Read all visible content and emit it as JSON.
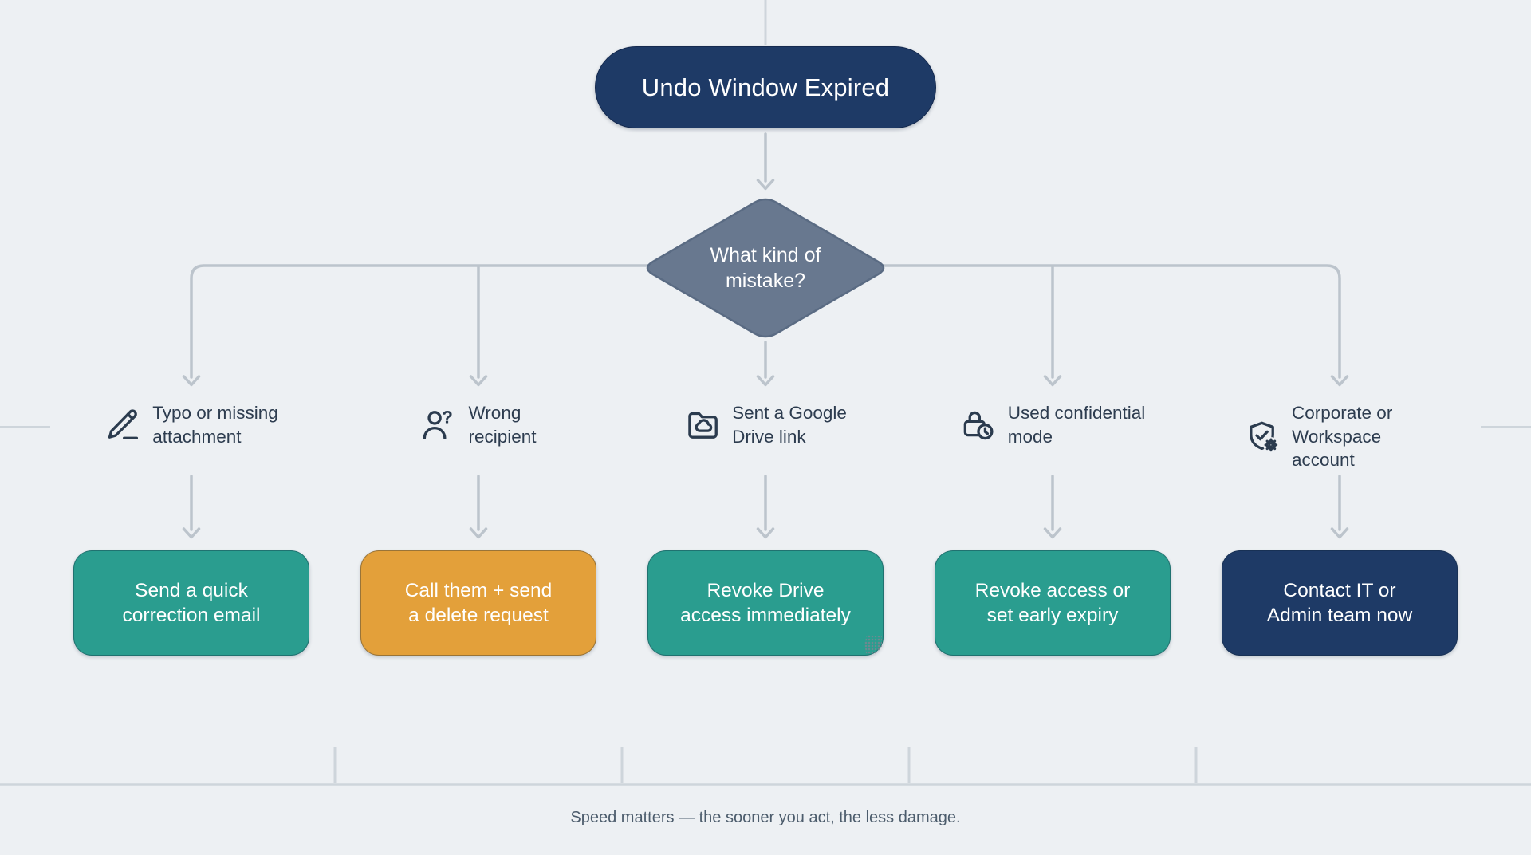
{
  "canvas": {
    "background": "#edf0f3",
    "connector_color": "#bcc4cc",
    "grid_color": "#ced5db"
  },
  "root": {
    "label": "Undo Window Expired",
    "color": "#1e3a66"
  },
  "decision": {
    "label": "What kind of\nmistake?",
    "color": "#68788f",
    "border_color": "#5a6b83"
  },
  "branches": [
    {
      "icon": "pencil-line-icon",
      "label": "Typo or missing\nattachment",
      "action": "Send a quick\ncorrection email",
      "action_color": "#2a9d8f"
    },
    {
      "icon": "person-question-icon",
      "label": "Wrong\nrecipient",
      "action": "Call them + send\na delete request",
      "action_color": "#e3a03a"
    },
    {
      "icon": "folder-cloud-icon",
      "label": "Sent a Google\nDrive link",
      "action": "Revoke Drive\naccess immediately",
      "action_color": "#2a9d8f"
    },
    {
      "icon": "lock-clock-icon",
      "label": "Used confidential\nmode",
      "action": "Revoke access or\nset early expiry",
      "action_color": "#2a9d8f"
    },
    {
      "icon": "shield-check-gear-icon",
      "label": "Corporate or\nWorkspace account",
      "action": "Contact IT or\nAdmin team now",
      "action_color": "#1e3a66"
    }
  ],
  "footer": {
    "note": "Speed matters — the sooner you act, the less damage."
  }
}
